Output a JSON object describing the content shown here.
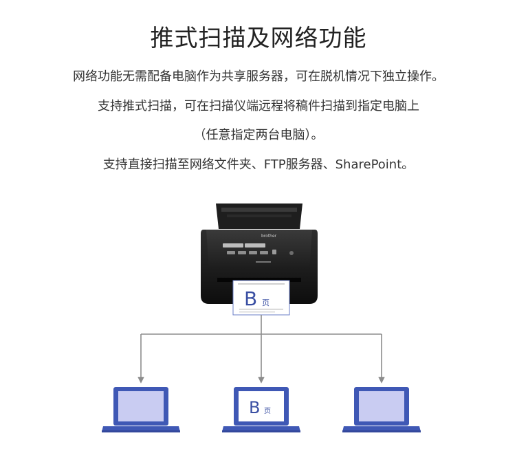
{
  "header": {
    "title": "推式扫描及网络功能"
  },
  "description": {
    "line1": "网络功能无需配备电脑作为共享服务器，可在脱机情况下独立操作。",
    "line2": "支持推式扫描，可在扫描仪端远程将稿件扫描到指定电脑上",
    "line3": "（任意指定两台电脑）。",
    "line4": "支持直接扫描至网络文件夹、FTP服务器、SharePoint。"
  },
  "diagram": {
    "scanner_brand": "brother",
    "document_letter": "B",
    "document_sub": "页",
    "laptop_center_letter": "B",
    "laptop_center_sub": "页",
    "colors": {
      "laptop": "#3f58b5",
      "laptop_screen": "#c9ccf2",
      "connector": "#8c8c8c",
      "scanner": "#1a1a1a",
      "doc_letter": "#3a4fa3"
    }
  }
}
